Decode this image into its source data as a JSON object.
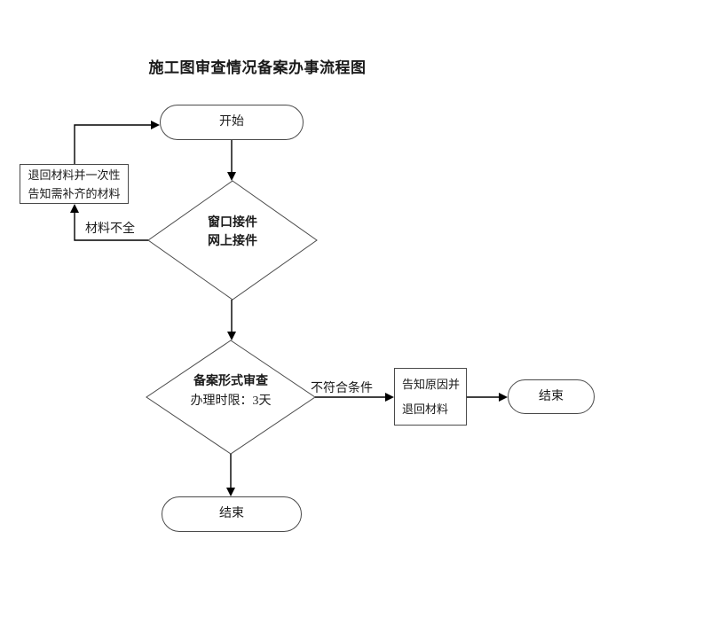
{
  "title": "施工图审查情况备案办事流程图",
  "nodes": {
    "start": {
      "label": "开始"
    },
    "return_materials_box": {
      "line1": "退回材料并一次性",
      "line2": "告知需补齐的材料"
    },
    "intake_diamond": {
      "line1": "窗口接件",
      "line2": "网上接件"
    },
    "review_diamond": {
      "line1": "备案形式审查",
      "line2": "办理时限：3天"
    },
    "notify_box": {
      "line1": "告知原因并",
      "line2": "退回材料"
    },
    "end_right": {
      "label": "结束"
    },
    "end_bottom": {
      "label": "结束"
    }
  },
  "edge_labels": {
    "materials_incomplete": "材料不全",
    "not_qualified": "不符合条件"
  },
  "colors": {
    "background": "#ffffff",
    "shape_stroke": "#4a4a4a",
    "connector": "#000000",
    "text": "#1a1a1a"
  }
}
